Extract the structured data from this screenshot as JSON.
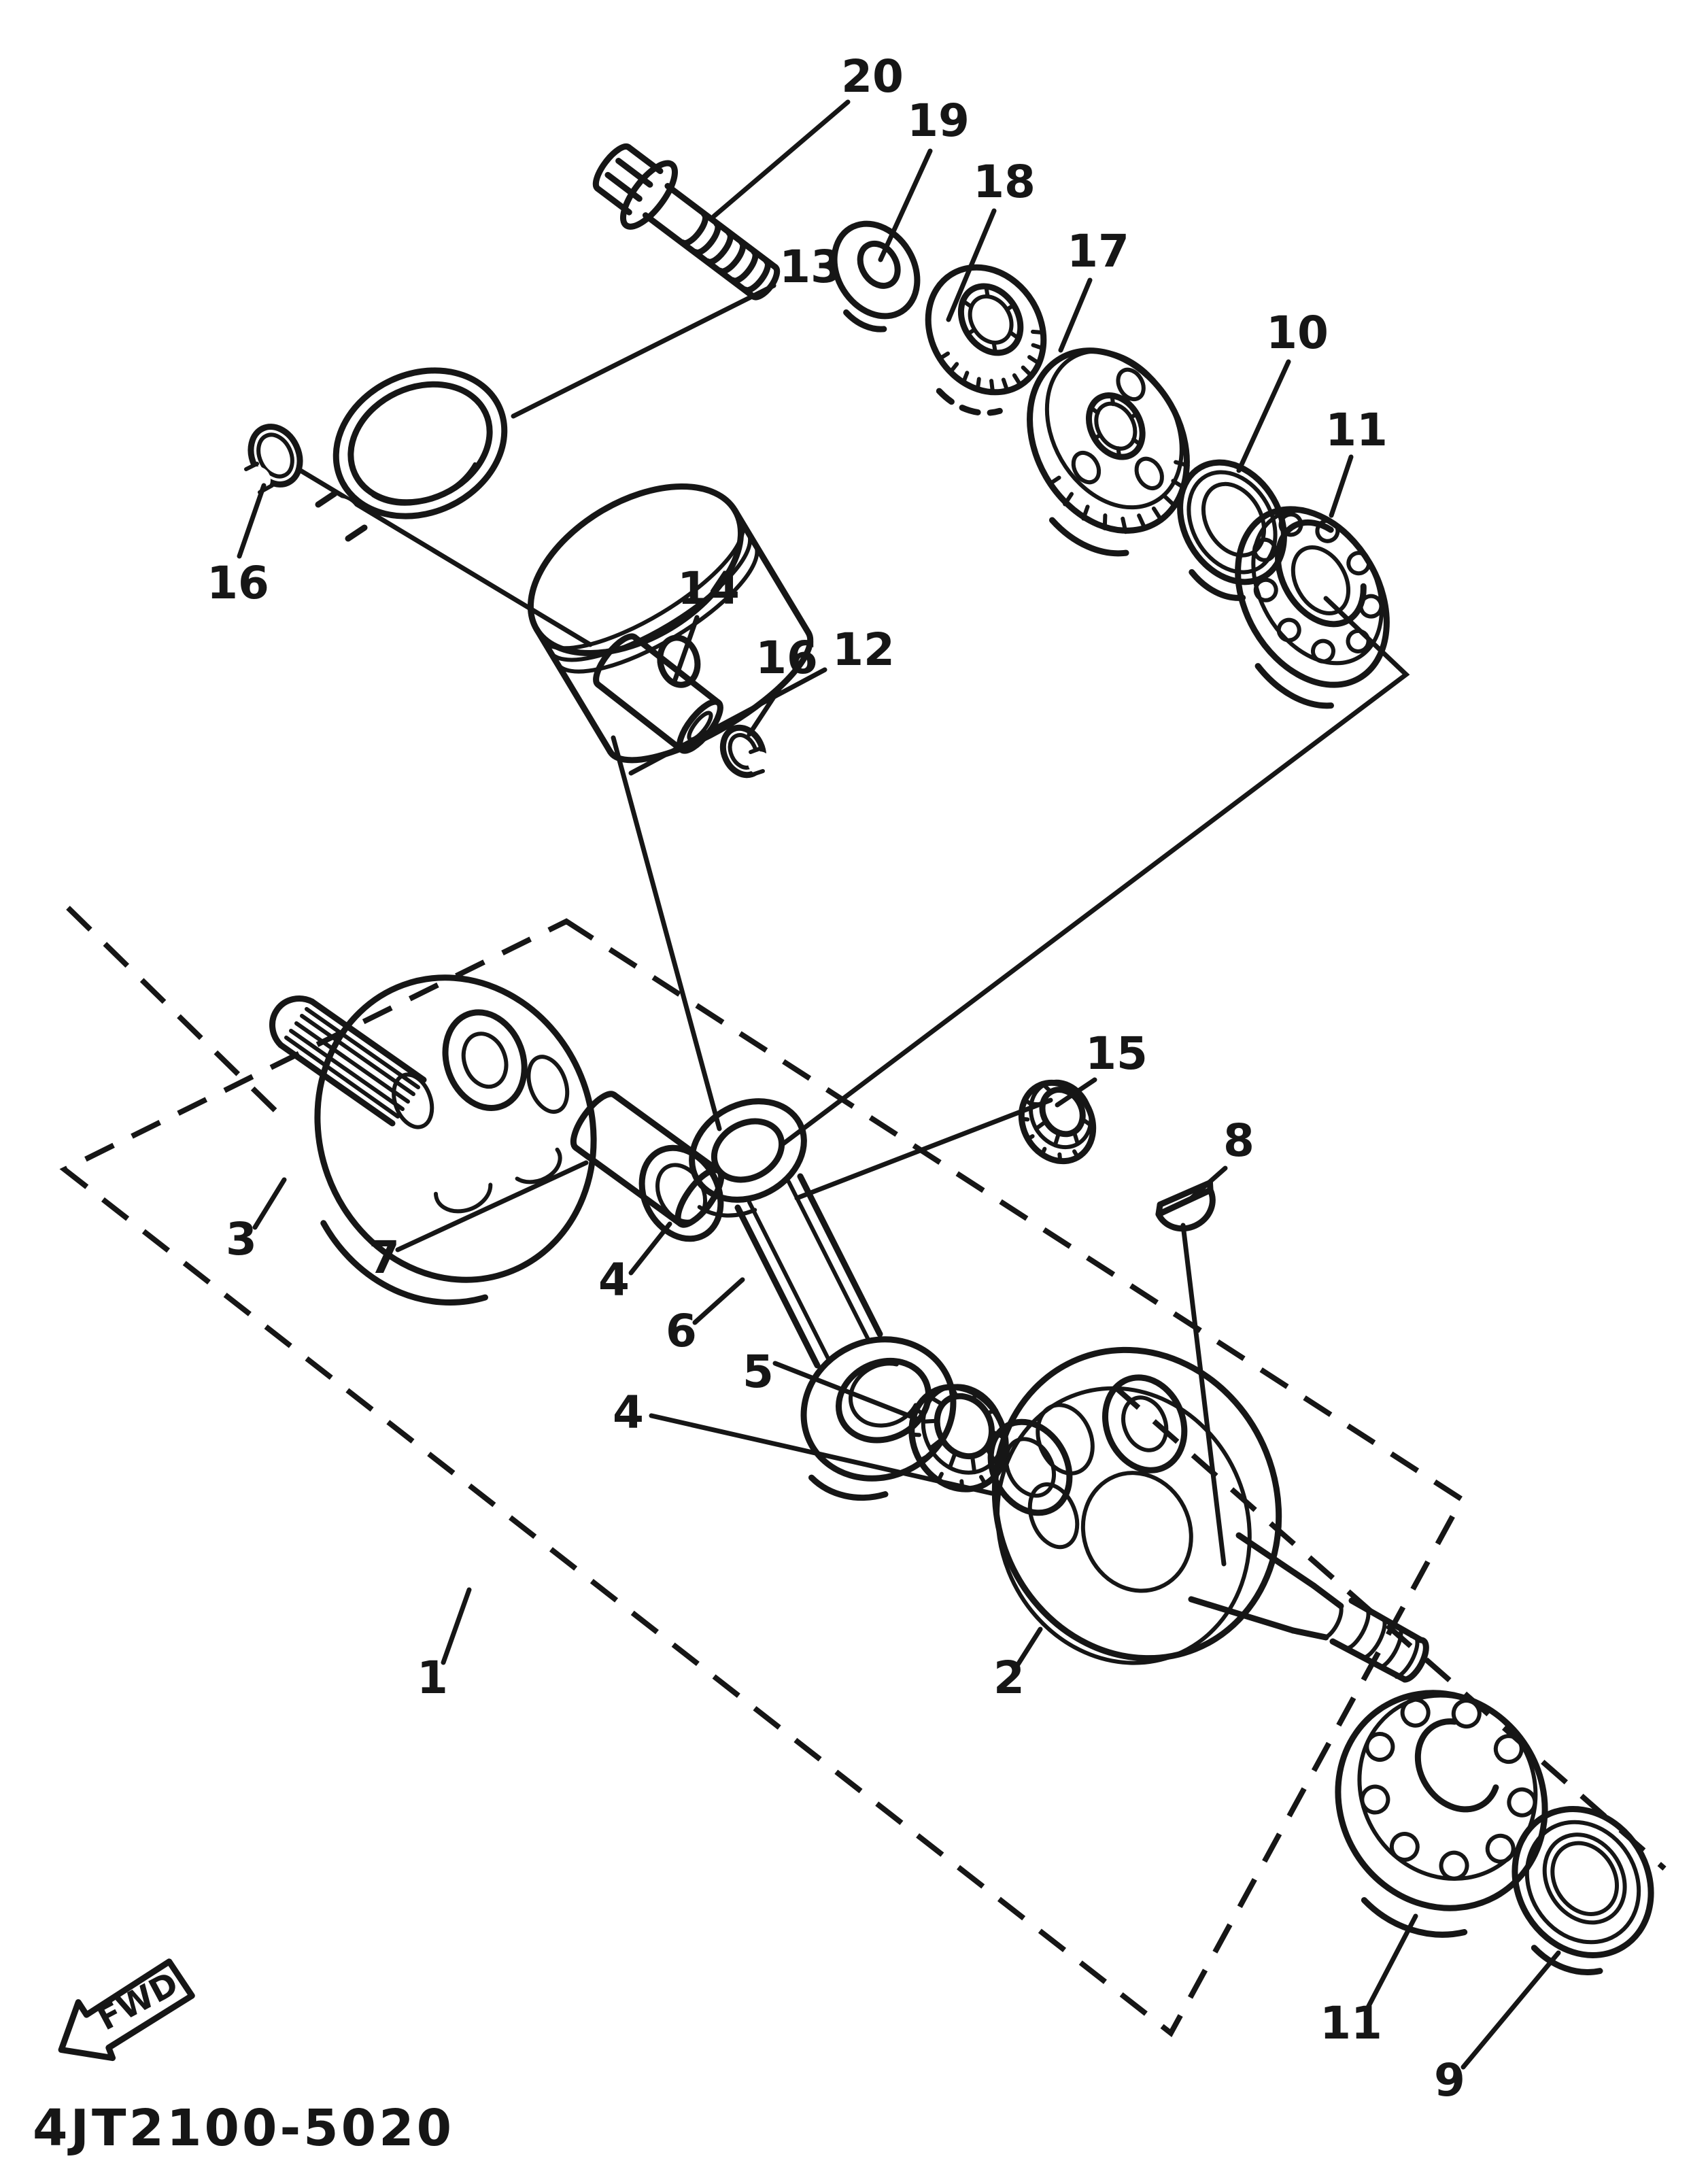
{
  "diagram": {
    "code": "4JT2100-5020",
    "fwd": "FWD",
    "colors": {
      "ink": "#161616",
      "paper": "#ffffff"
    },
    "callouts": {
      "c20": {
        "label": "20"
      },
      "c19": {
        "label": "19"
      },
      "c18": {
        "label": "18"
      },
      "c17": {
        "label": "17"
      },
      "c10": {
        "label": "10"
      },
      "c11a": {
        "label": "11"
      },
      "c13": {
        "label": "13"
      },
      "c16a": {
        "label": "16"
      },
      "c12": {
        "label": "12"
      },
      "c14": {
        "label": "14"
      },
      "c16b": {
        "label": "16"
      },
      "c15": {
        "label": "15"
      },
      "c8": {
        "label": "8"
      },
      "c3": {
        "label": "3"
      },
      "c7": {
        "label": "7"
      },
      "c4a": {
        "label": "4"
      },
      "c6": {
        "label": "6"
      },
      "c5": {
        "label": "5"
      },
      "c4b": {
        "label": "4"
      },
      "c2": {
        "label": "2"
      },
      "c1": {
        "label": "1"
      },
      "c11b": {
        "label": "11"
      },
      "c9": {
        "label": "9"
      }
    }
  }
}
